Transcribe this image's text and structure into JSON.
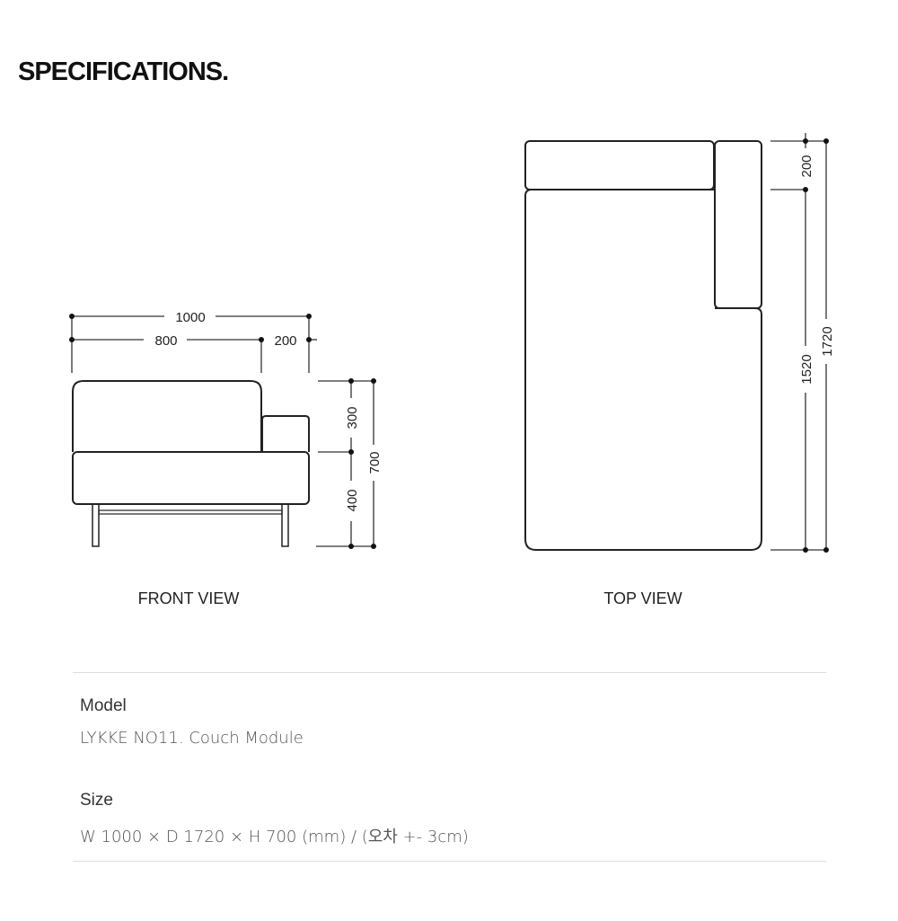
{
  "title": "SPECIFICATIONS.",
  "front_view": {
    "caption": "FRONT VIEW",
    "dims": {
      "total_width": "1000",
      "seat_width": "800",
      "arm_width": "200",
      "back_height": "300",
      "seat_height": "400",
      "total_height": "700"
    }
  },
  "top_view": {
    "caption": "TOP VIEW",
    "dims": {
      "back_depth": "200",
      "seat_depth": "1520",
      "total_depth": "1720"
    }
  },
  "specs": [
    {
      "label": "Model",
      "value": "LYKKE NO11. Couch Module"
    },
    {
      "label": "Size",
      "value": "W 1000 × D 1720 × H 700 (mm) / (오차 +- 3cm)"
    }
  ]
}
